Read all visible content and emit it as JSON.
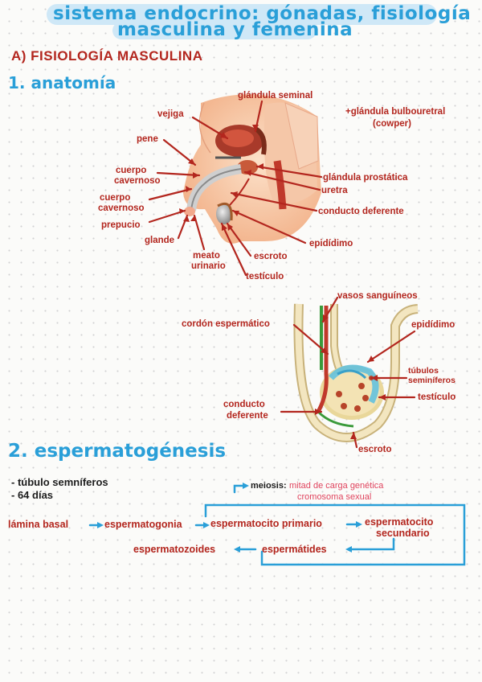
{
  "title": {
    "line1": "sistema endocrino: gónadas, fisiología",
    "line2": "masculina y femenina"
  },
  "section_a": "A) FISIOLOGÍA MASCULINA",
  "section_1": "1. anatomía",
  "anatomy_labels": {
    "vejiga": "vejiga",
    "glandula_seminal": "glándula seminal",
    "bulbouretral_1": "+glándula bulbouretral",
    "bulbouretral_2": "(cowper)",
    "pene": "pene",
    "cuerpo_cavernoso_1": "cuerpo",
    "cuerpo_cavernoso_2": "cavernoso",
    "cuerpo_cavernoso_b1": "cuerpo",
    "cuerpo_cavernoso_b2": "cavernoso",
    "prepucio": "prepucio",
    "glande": "glande",
    "meato_1": "meato",
    "meato_2": "urinario",
    "escroto": "escroto",
    "testiculo": "testículo",
    "epididimo": "epidídimo",
    "conducto_deferente": "conducto deferente",
    "uretra": "uretra",
    "glandula_prostatica": "glándula prostática"
  },
  "testis_labels": {
    "vasos": "vasos sanguíneos",
    "cordon": "cordón espermático",
    "epididimo": "epidídimo",
    "tubulos_1": "túbulos",
    "tubulos_2": "seminíferos",
    "testiculo": "testículo",
    "conducto_1": "conducto",
    "conducto_2": "deferente",
    "escroto": "escroto"
  },
  "section_2": "2. espermatogénesis",
  "notes": [
    "- túbulo semníferos",
    "- 64 días"
  ],
  "flow": {
    "meiosis": "meiosis:",
    "meiosis_note_1": "mitad de carga genética",
    "meiosis_note_2": "cromosoma sexual",
    "lamina": "lámina basal",
    "espermatogonia": "espermatogonia",
    "primario": "espermatocito primario",
    "secundario_1": "espermatocito",
    "secundario_2": "secundario",
    "espermatides": "espermátides",
    "espermatozoides": "espermatozoides"
  },
  "colors": {
    "red": "#b3261e",
    "blue": "#2a9fd8",
    "title_bg": "#cfe8f7"
  }
}
